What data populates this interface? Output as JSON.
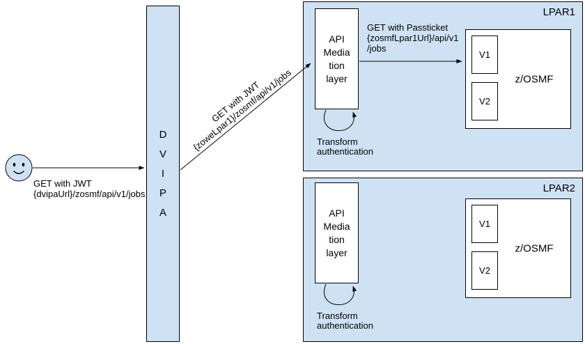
{
  "colors": {
    "box_fill": "#cfe2f3",
    "border": "#000000",
    "inner_fill": "#ffffff"
  },
  "user_request": {
    "line1": "GET with JWT",
    "line2": "{dvipaUrl}/zosmf/api/v1/jobs"
  },
  "dvipa": {
    "letters": [
      "D",
      "V",
      "I",
      "P",
      "A"
    ]
  },
  "gateway_request": {
    "line1": "GET with JWT",
    "line2": "{zoweLpar1}/zosmf/api/v1/jobs"
  },
  "lpar1": {
    "title": "LPAR1",
    "apiml_lines": [
      "API",
      "Media",
      "tion",
      "layer"
    ],
    "passticket_request": {
      "line1": "GET with Passticket",
      "line2": "{zosmfLpar1Url}/api/v1",
      "line3": "/jobs"
    },
    "zosmf": {
      "label": "z/OSMF",
      "v1": "V1",
      "v2": "V2"
    },
    "transform": {
      "line1": "Transform",
      "line2": "authentication"
    }
  },
  "lpar2": {
    "title": "LPAR2",
    "apiml_lines": [
      "API",
      "Media",
      "tion",
      "layer"
    ],
    "zosmf": {
      "label": "z/OSMF",
      "v1": "V1",
      "v2": "V2"
    },
    "transform": {
      "line1": "Transform",
      "line2": "authentication"
    }
  }
}
